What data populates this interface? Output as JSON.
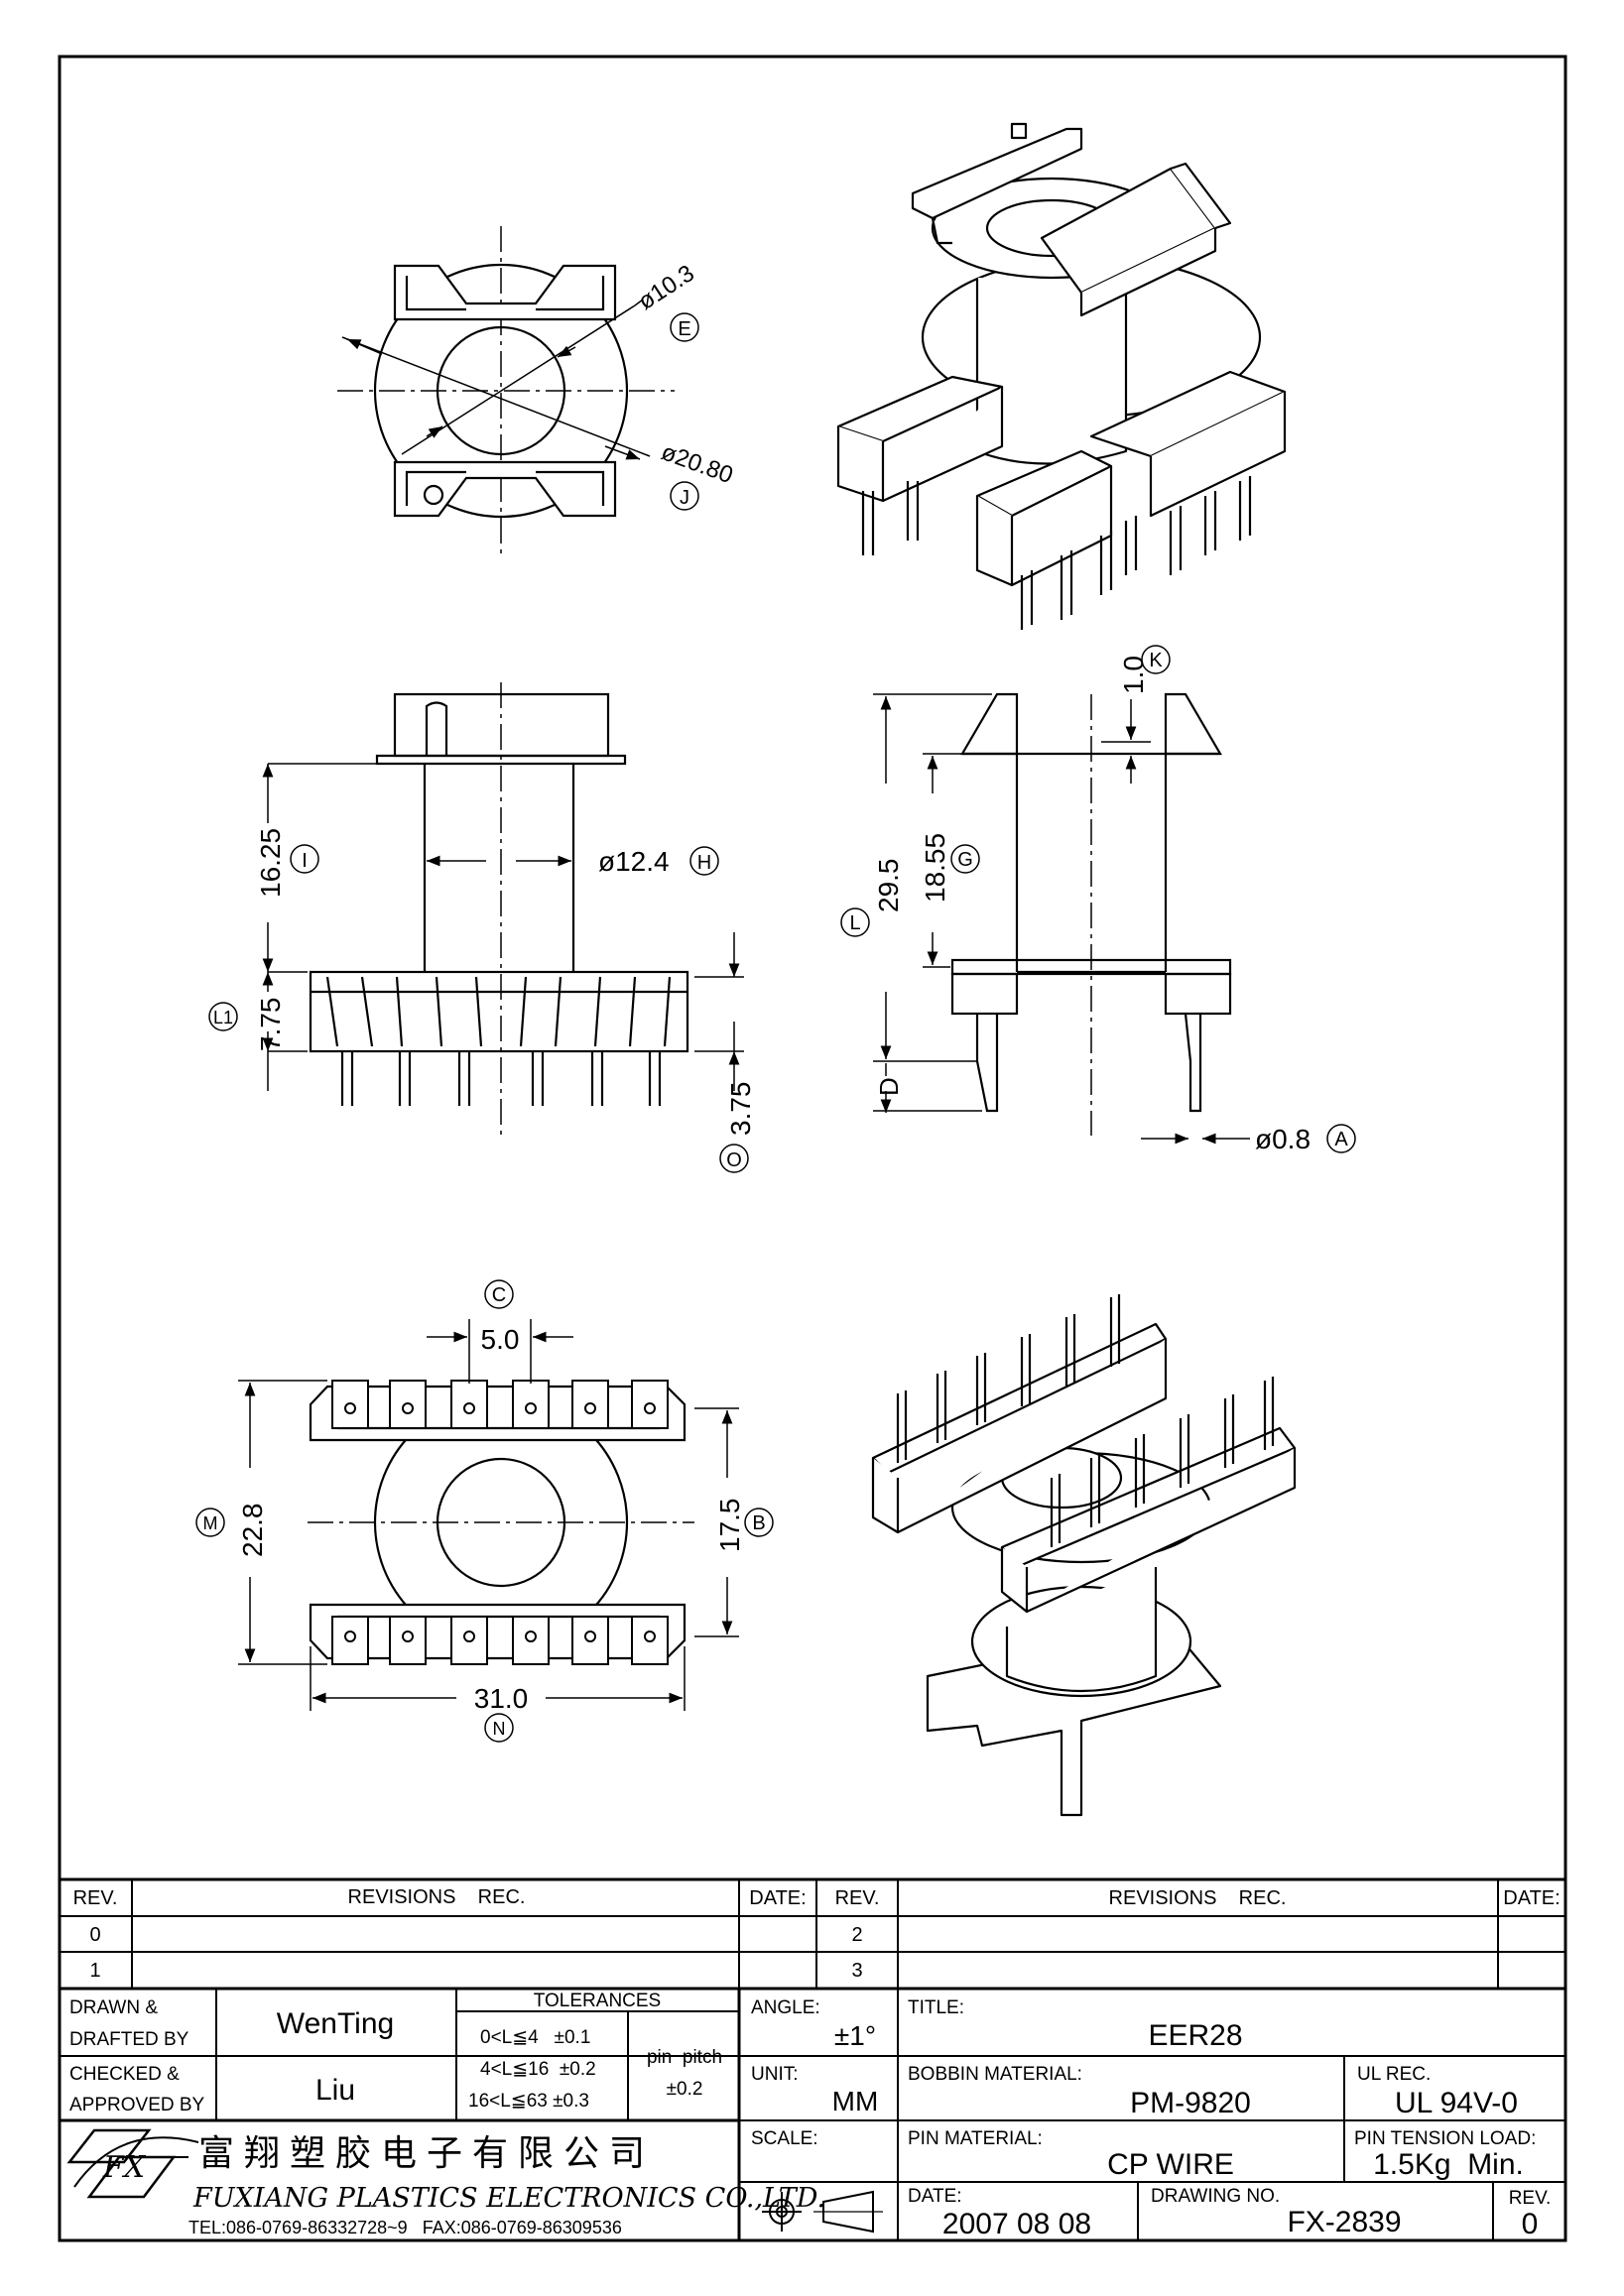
{
  "views": {
    "top": {
      "dims": [
        {
          "id": "E",
          "text": "ø10.3"
        },
        {
          "id": "J",
          "text": "ø20.80"
        }
      ]
    },
    "front": {
      "dims": [
        {
          "id": "I",
          "text": "16.25"
        },
        {
          "id": "H",
          "text": "ø12.4"
        },
        {
          "id": "L1",
          "text": "7.75"
        },
        {
          "id": "O",
          "text": "3.75"
        }
      ]
    },
    "side": {
      "dims": [
        {
          "id": "K",
          "text": "1.0"
        },
        {
          "id": "L",
          "text": "29.5"
        },
        {
          "id": "G",
          "text": "18.55"
        },
        {
          "id": "D",
          "text": ""
        },
        {
          "id": "A",
          "text": "ø0.8"
        }
      ]
    },
    "bottom": {
      "dims": [
        {
          "id": "C",
          "text": "5.0"
        },
        {
          "id": "M",
          "text": "22.8"
        },
        {
          "id": "B",
          "text": "17.5"
        },
        {
          "id": "N",
          "text": "31.0"
        }
      ]
    }
  },
  "revisions": {
    "header": {
      "rev": "REV.",
      "rec": "REVISIONS    REC.",
      "date": "DATE:"
    },
    "left_revs": [
      "0",
      "1"
    ],
    "right_revs": [
      "2",
      "3"
    ]
  },
  "title_block": {
    "drawn_label": "DRAWN &",
    "drafted_label": "DRAFTED BY",
    "drawn_by": "WenTing",
    "checked_label": "CHECKED &",
    "approved_label": "APPROVED BY",
    "checked_by": "Liu",
    "tolerances_label": "TOLERANCES",
    "tol_rows": [
      "0<L≦4   ±0.1",
      "4<L≦16  ±0.2",
      "16<L≦63 ±0.3"
    ],
    "pin_pitch_label": "pin  pitch",
    "pin_pitch_value": "±0.2",
    "angle_label": "ANGLE:",
    "angle_value": "±1°",
    "unit_label": "UNIT:",
    "unit_value": "MM",
    "scale_label": "SCALE:",
    "title_label": "TITLE:",
    "title_value": "EER28",
    "bobbin_label": "BOBBIN MATERIAL:",
    "bobbin_value": "PM-9820",
    "ul_label": "UL REC.",
    "ul_value": "UL 94V-0",
    "pin_mat_label": "PIN MATERIAL:",
    "pin_mat_value": "CP WIRE",
    "tension_label": "PIN TENSION LOAD:",
    "tension_value": "1.5Kg  Min.",
    "date_label": "DATE:",
    "date_value": "2007 08 08",
    "drawing_no_label": "DRAWING NO.",
    "drawing_no_value": "FX-2839",
    "rev_label": "REV.",
    "rev_value": "0"
  },
  "company": {
    "cn_name": "富 翔 塑 胶 电 子 有 限 公 司",
    "en_name": "FUXIANG PLASTICS ELECTRONICS CO.,LTD.",
    "contact": "TEL:086-0769-86332728~9   FAX:086-0769-86309536",
    "logo_text": "FX"
  }
}
